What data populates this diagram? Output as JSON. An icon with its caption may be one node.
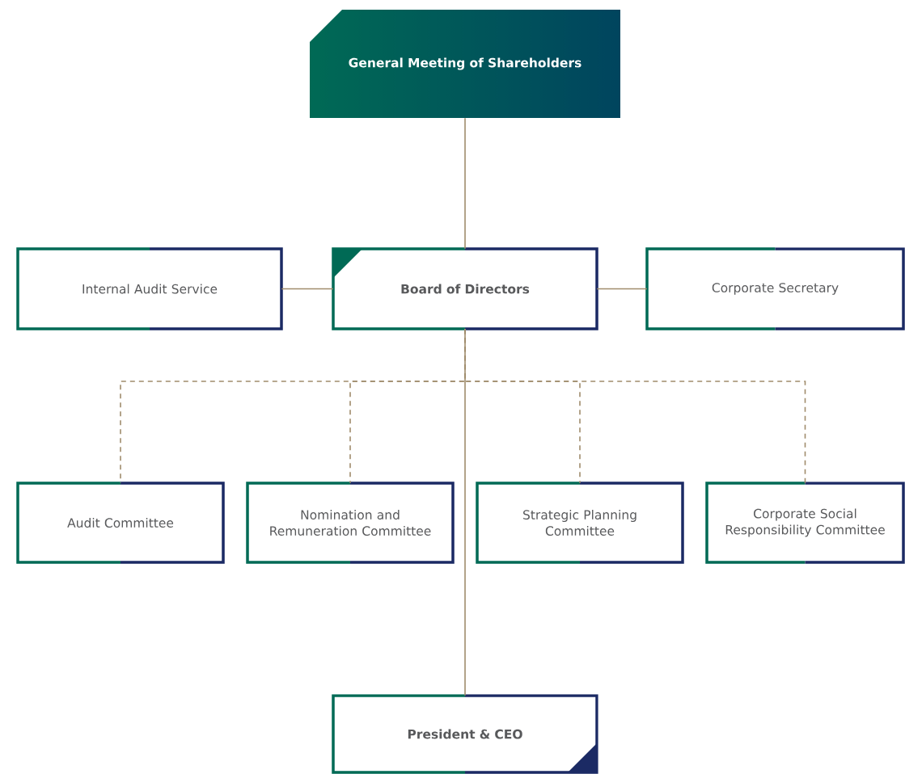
{
  "diagram": {
    "nodes": [
      {
        "text": [
          "General Meeting of Shareholders"
        ]
      },
      {
        "text": [
          "Internal Audit Service"
        ]
      },
      {
        "text": [
          "Board of Directors"
        ]
      },
      {
        "text": [
          "Corporate Secretary"
        ]
      },
      {
        "text": [
          "Audit Committee"
        ]
      },
      {
        "text": [
          "Nomination and Remuneration Committee"
        ]
      },
      {
        "text": [
          "Strategic Planning Committee"
        ]
      },
      {
        "text": [
          "Corporate Social Responsibility Committee"
        ]
      },
      {
        "text": [
          "President & CEO"
        ]
      }
    ],
    "edges": [
      {
        "from": 0,
        "to": 2,
        "arrow": "none"
      },
      {
        "from": 2,
        "to": 1,
        "arrow": "none"
      },
      {
        "from": 2,
        "to": 3,
        "arrow": "none"
      },
      {
        "from": 2,
        "to": 4,
        "arrow": "none",
        "style": "dashed"
      },
      {
        "from": 2,
        "to": 5,
        "arrow": "none",
        "style": "dashed"
      },
      {
        "from": 2,
        "to": 6,
        "arrow": "none",
        "style": "dashed"
      },
      {
        "from": 2,
        "to": 7,
        "arrow": "none",
        "style": "dashed"
      },
      {
        "from": 2,
        "to": 8,
        "arrow": "none"
      }
    ]
  }
}
